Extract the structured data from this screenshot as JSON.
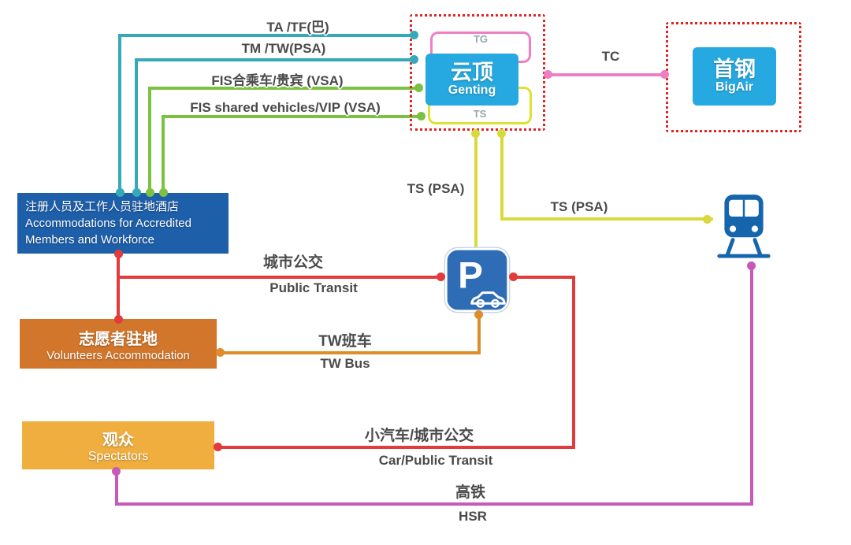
{
  "nodes": {
    "accommodations": {
      "line1": "注册人员及工作人员驻地酒店",
      "line2": "Accommodations for Accredited",
      "line3": "Members and Workforce",
      "fill": "#1e5faa"
    },
    "genting": {
      "name_zh": "云顶",
      "name_en": "Genting",
      "terminal_top": "TG",
      "terminal_bottom": "TS",
      "fill": "#25a9e0"
    },
    "bigair": {
      "name_zh": "首钢",
      "name_en": "BigAir",
      "fill": "#25a9e0"
    },
    "volunteers": {
      "name_zh": "志愿者驻地",
      "name_en": "Volunteers Accommodation",
      "fill": "#d2762c"
    },
    "spectators": {
      "name_zh": "观众",
      "name_en": "Spectators",
      "fill": "#efae3e"
    },
    "parking": {
      "letter": "P",
      "fill": "#2e6cb5"
    },
    "station": {
      "icon": "train-station-icon",
      "fill": "#1565ad"
    }
  },
  "edges": {
    "ta_tf": {
      "label": "TA /TF(巴)",
      "color": "#34a9b8"
    },
    "tm_tw": {
      "label": "TM /TW(PSA)",
      "color": "#34a9b8"
    },
    "fis_vsa_zh": {
      "label": "FIS合乘车/贵宾 (VSA)",
      "color": "#7cc143"
    },
    "fis_vsa_en": {
      "label": "FIS shared vehicles/VIP (VSA)",
      "color": "#7cc143"
    },
    "ts_to_parking": {
      "label": "TS (PSA)",
      "color": "#d9d93b"
    },
    "ts_to_station": {
      "label": "TS (PSA)",
      "color": "#d9d93b"
    },
    "tc": {
      "label": "TC",
      "color": "#ee7fc2"
    },
    "public_transit": {
      "label_zh": "城市公交",
      "label_en": "Public Transit",
      "color": "#e23b3b"
    },
    "tw_bus": {
      "label_zh": "TW班车",
      "label_en": "TW Bus",
      "color": "#df8c2b"
    },
    "car_public_transit": {
      "label_zh": "小汽车/城市公交",
      "label_en": "Car/Public Transit",
      "color": "#e23b3b"
    },
    "hsr": {
      "label_zh": "高铁",
      "label_en": "HSR",
      "color": "#c75ab8"
    }
  },
  "colors": {
    "venue_dotted_border": "#e32222",
    "tg_border": "#f07fc2",
    "ts_border": "#e0e032"
  }
}
